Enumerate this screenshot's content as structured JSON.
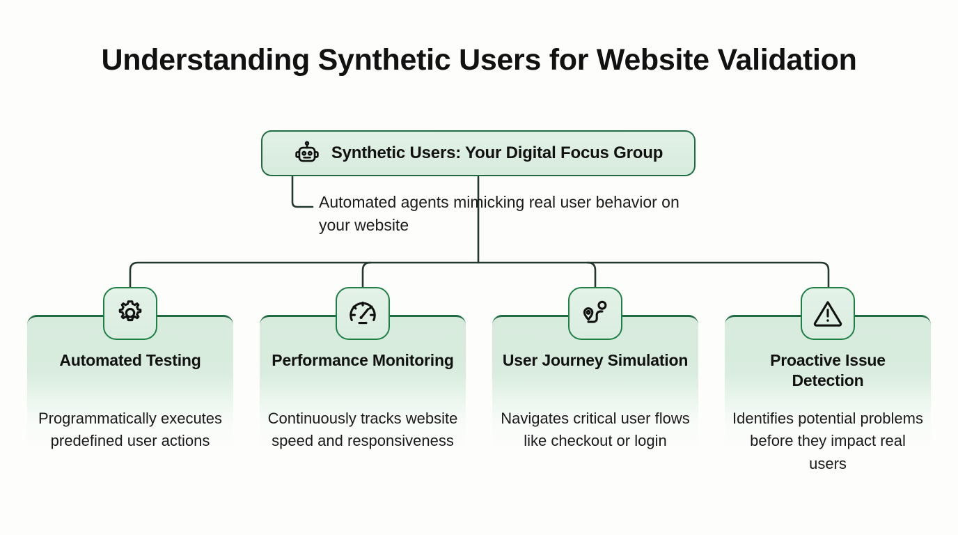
{
  "page": {
    "title": "Understanding Synthetic Users for Website Validation",
    "background_color": "#fdfdfc",
    "accent_green": "#1f6b42",
    "icon_border_green": "#1f8045",
    "card_fill_green": "#d7ebdd",
    "text_color": "#111111"
  },
  "root": {
    "icon": "robot-icon",
    "label": "Synthetic Users: Your Digital Focus Group",
    "description": "Automated agents mimicking real user behavior on your website"
  },
  "branches": [
    {
      "icon": "gear-icon",
      "title": "Automated Testing",
      "description": "Programmatically executes predefined user actions"
    },
    {
      "icon": "gauge-icon",
      "title": "Performance Monitoring",
      "description": "Continuously tracks website speed and responsiveness"
    },
    {
      "icon": "route-icon",
      "title": "User Journey Simulation",
      "description": "Navigates critical user flows like checkout or login"
    },
    {
      "icon": "warning-triangle-icon",
      "title": "Proactive Issue Detection",
      "description": "Identifies potential problems before they impact real users"
    }
  ]
}
